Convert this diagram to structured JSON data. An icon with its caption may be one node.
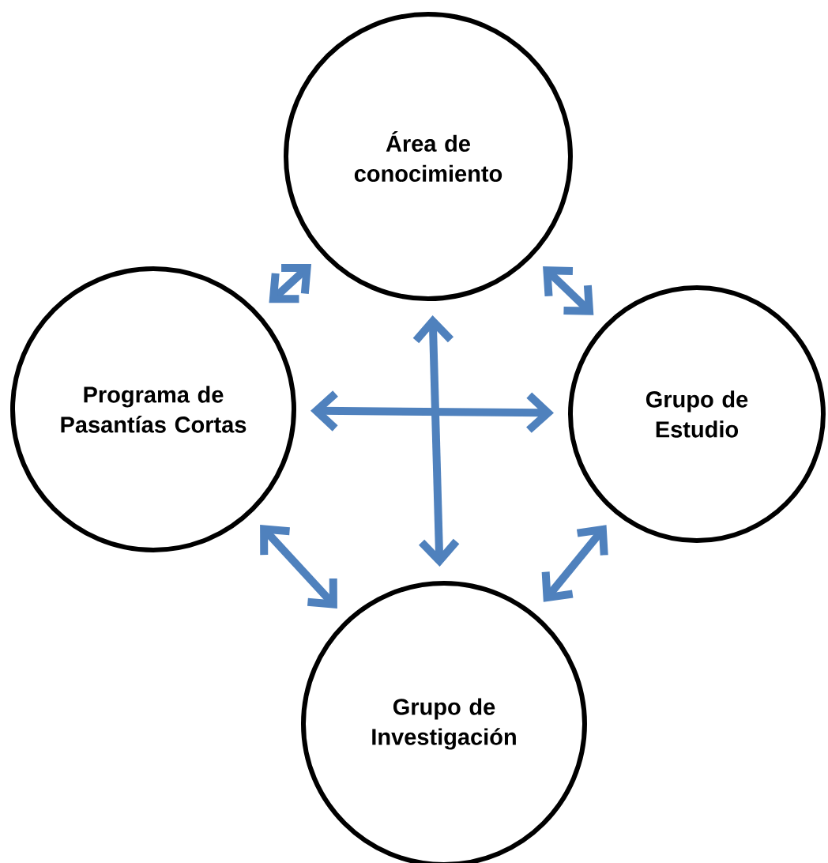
{
  "diagram": {
    "nodes": [
      {
        "text": [
          "Área de conocimiento"
        ]
      },
      {
        "text": [
          "Programa de Pasantías Cortas"
        ]
      },
      {
        "text": [
          "Grupo de Estudio"
        ]
      },
      {
        "text": [
          "Grupo de Investigación"
        ]
      }
    ],
    "edges": [
      {
        "from": 0,
        "to": 1,
        "arrow": "both"
      },
      {
        "from": 0,
        "to": 2,
        "arrow": "both"
      },
      {
        "from": 1,
        "to": 2,
        "arrow": "both"
      },
      {
        "from": 0,
        "to": 3,
        "arrow": "both"
      },
      {
        "from": 1,
        "to": 3,
        "arrow": "both"
      },
      {
        "from": 2,
        "to": 3,
        "arrow": "both"
      }
    ]
  }
}
